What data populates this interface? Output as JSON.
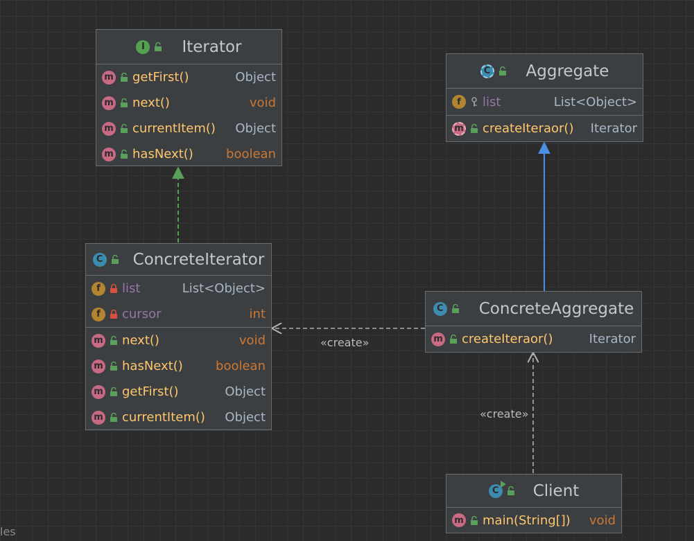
{
  "colors": {
    "background": "#2b2b2b",
    "node": "#3c3f41",
    "realization": "#5ba05a",
    "generalization": "#4a8fe0",
    "dependency": "#b0b0b0",
    "method": "#ffc66d",
    "field": "#9876aa",
    "keyword": "#cc7832"
  },
  "nodes": {
    "iterator": {
      "title": "Iterator",
      "kind": "interface",
      "methods": [
        {
          "name": "getFirst()",
          "type": "Object"
        },
        {
          "name": "next()",
          "type": "void"
        },
        {
          "name": "currentItem()",
          "type": "Object"
        },
        {
          "name": "hasNext()",
          "type": "boolean"
        }
      ]
    },
    "aggregate": {
      "title": "Aggregate",
      "kind": "abstract-class",
      "fields": [
        {
          "name": "list",
          "type": "List<Object>"
        }
      ],
      "methods": [
        {
          "name": "createIteraor()",
          "type": "Iterator"
        }
      ]
    },
    "concrete_iterator": {
      "title": "ConcreteIterator",
      "kind": "class",
      "fields": [
        {
          "name": "list",
          "type": "List<Object>"
        },
        {
          "name": "cursor",
          "type": "int"
        }
      ],
      "methods": [
        {
          "name": "next()",
          "type": "void"
        },
        {
          "name": "hasNext()",
          "type": "boolean"
        },
        {
          "name": "getFirst()",
          "type": "Object"
        },
        {
          "name": "currentItem()",
          "type": "Object"
        }
      ]
    },
    "concrete_aggregate": {
      "title": "ConcreteAggregate",
      "kind": "class",
      "methods": [
        {
          "name": "createIteraor()",
          "type": "Iterator"
        }
      ]
    },
    "client": {
      "title": "Client",
      "kind": "class-main",
      "methods": [
        {
          "name": "main(String[])",
          "type": "void"
        }
      ]
    }
  },
  "edges": {
    "create_label_1": "«create»",
    "create_label_2": "«create»"
  },
  "corner_text": "les"
}
